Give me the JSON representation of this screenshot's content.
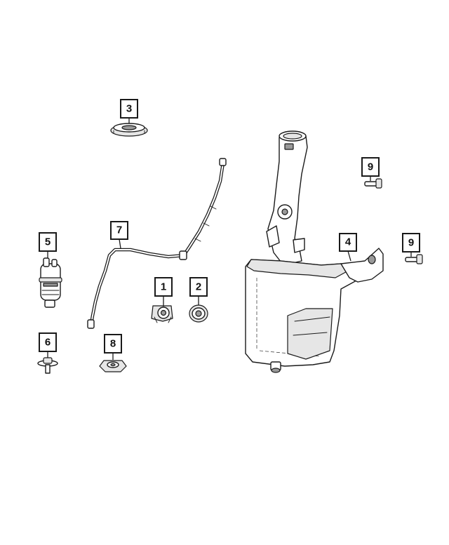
{
  "diagram": {
    "callouts": [
      {
        "id": "1",
        "label": "1"
      },
      {
        "id": "2",
        "label": "2"
      },
      {
        "id": "3",
        "label": "3"
      },
      {
        "id": "4",
        "label": "4"
      },
      {
        "id": "5",
        "label": "5"
      },
      {
        "id": "6",
        "label": "6"
      },
      {
        "id": "7",
        "label": "7"
      },
      {
        "id": "8",
        "label": "8"
      },
      {
        "id": "9a",
        "label": "9"
      },
      {
        "id": "9b",
        "label": "9"
      }
    ]
  }
}
